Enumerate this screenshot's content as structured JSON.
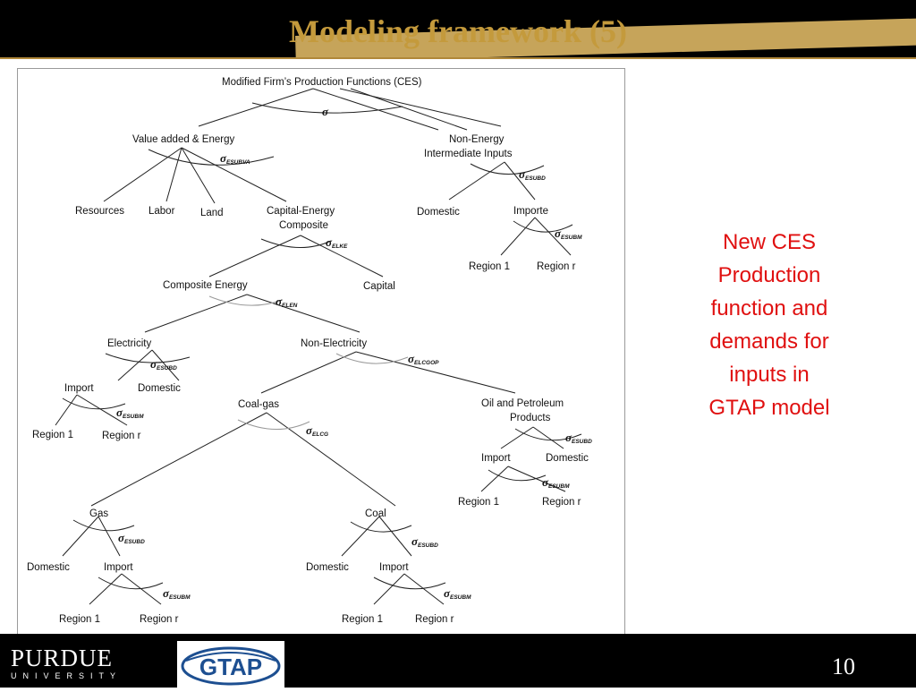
{
  "slide": {
    "title": "Modeling framework (5)",
    "page_number": "10",
    "note": [
      "New CES",
      "Production",
      "function and",
      "demands for",
      "inputs in",
      "GTAP model"
    ],
    "note_color": "#e01010",
    "title_color": "#c49a3c"
  },
  "logos": {
    "purdue_word": "PURDUE",
    "purdue_sub": "UNIVERSITY",
    "gtap_word": "GTAP"
  },
  "diagram": {
    "sigma_symbol": "σ",
    "nodes": {
      "root": "Modified Firm’s Production Functions (CES)",
      "va_energy": "Value added & Energy",
      "non_energy_1": "Non-Energy",
      "non_energy_2": "Intermediate Inputs",
      "resources": "Resources",
      "labor": "Labor",
      "land": "Land",
      "ke_1": "Capital-Energy",
      "ke_2": "Composite",
      "ne_domestic": "Domestic",
      "ne_importe": "Importe",
      "ne_region1": "Region 1",
      "ne_regionr": "Region r",
      "comp_energy": "Composite Energy",
      "capital": "Capital",
      "electricity": "Electricity",
      "non_electricity": "Non-Electricity",
      "el_import": "Import",
      "el_domestic": "Domestic",
      "el_region1": "Region 1",
      "el_regionr": "Region r",
      "coal_gas": "Coal-gas",
      "oil_1": "Oil and Petroleum",
      "oil_2": "Products",
      "oil_import": "Import",
      "oil_domestic": "Domestic",
      "oil_region1": "Region 1",
      "oil_regionr": "Region r",
      "gas": "Gas",
      "coal": "Coal",
      "gas_domestic": "Domestic",
      "gas_import": "Import",
      "gas_region1": "Region 1",
      "gas_regionr": "Region r",
      "coal_domestic": "Domestic",
      "coal_import": "Import",
      "coal_region1": "Region 1",
      "coal_regionr": "Region r"
    },
    "sigmas": {
      "va": "ESUBVA",
      "ne": "ESUBD",
      "ne_m": "ESUBM",
      "ke": "ELKE",
      "en": "ELEN",
      "el": "ESUBD",
      "el_m": "ESUBM",
      "nel": "ELCGOP",
      "cg": "ELCG",
      "oil": "ESUBD",
      "oil_m": "ESUBM",
      "gas": "ESUBD",
      "gas_m": "ESUBM",
      "coal": "ESUBD",
      "coal_m": "ESUBM"
    }
  }
}
